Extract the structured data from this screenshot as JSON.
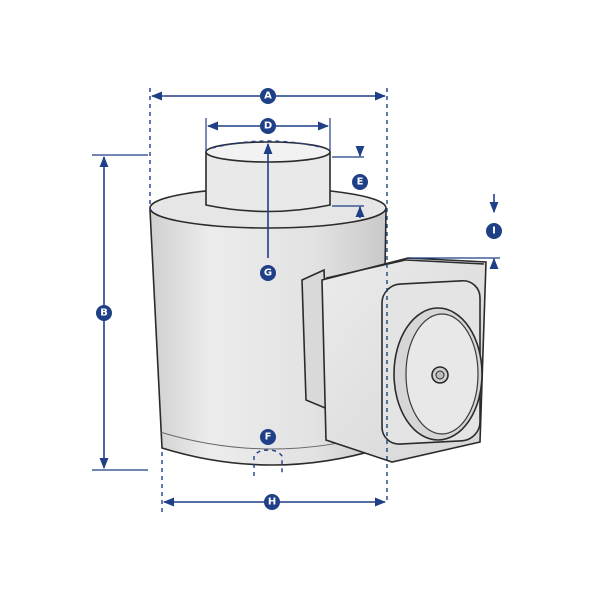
{
  "colors": {
    "dimension": "#1f3f87",
    "badge": "#1f3f87",
    "body_fill": "#e3e3e3",
    "body_shade": "#d0d0d0",
    "outline": "#2b2b2b"
  },
  "labels": {
    "A": "A",
    "B": "B",
    "D": "D",
    "E": "E",
    "F": "F",
    "G": "G",
    "H": "H",
    "I": "I"
  }
}
